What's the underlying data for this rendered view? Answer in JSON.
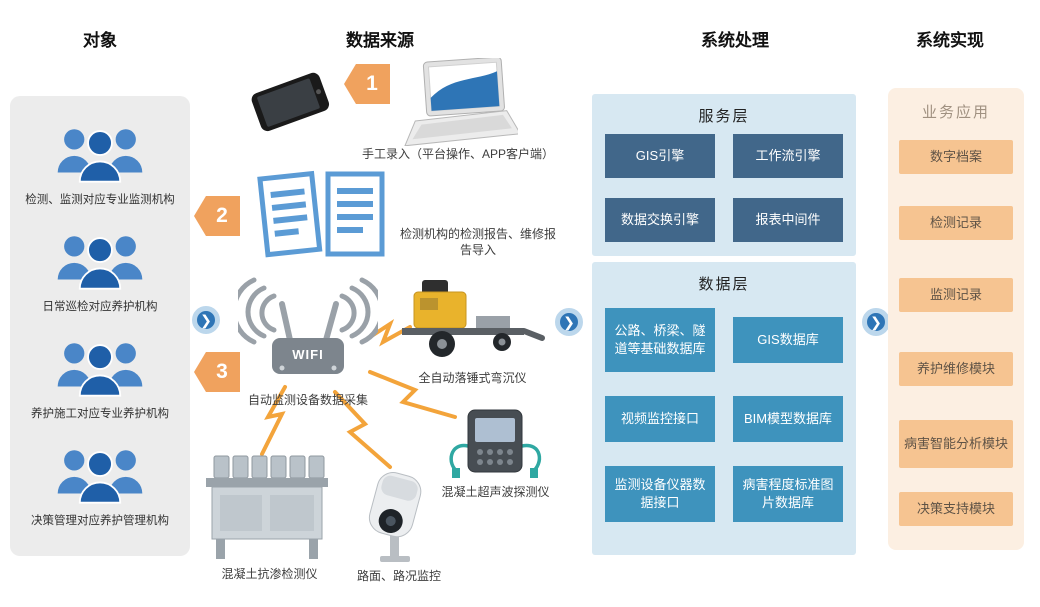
{
  "headers": {
    "objects": "对象",
    "data_sources": "数据来源",
    "processing": "系统处理",
    "implementation": "系统实现"
  },
  "objects_panel": {
    "groups": [
      "检测、监测对应专业监测机构",
      "日常巡检对应养护机构",
      "养护施工对应专业养护机构",
      "决策管理对应养护管理机构"
    ]
  },
  "data_sources": {
    "manual_entry": {
      "step": "1",
      "caption": "手工录入（平台操作、APP客户端）"
    },
    "report_import": {
      "step": "2",
      "caption": "检测机构的检测报告、维修报告导入"
    },
    "auto_collect": {
      "step": "3",
      "caption": "自动监测设备数据采集",
      "router_label": "WIFI"
    },
    "devices": {
      "deflectometer": "全自动落锤式弯沉仪",
      "ultrasonic": "混凝土超声波探测仪",
      "permeability": "混凝土抗渗检测仪",
      "road_monitor": "路面、路况监控"
    }
  },
  "processing": {
    "service_layer": {
      "title": "服务层",
      "items": [
        "GIS引擎",
        "工作流引擎",
        "数据交换引擎",
        "报表中间件"
      ]
    },
    "data_layer": {
      "title": "数据层",
      "items": [
        "公路、桥梁、隧道等基础数据库",
        "GIS数据库",
        "视频监控接口",
        "BIM模型数据库",
        "监测设备仪器数据接口",
        "病害程度标准图片数据库"
      ]
    }
  },
  "implementation": {
    "title": "业务应用",
    "items": [
      "数字档案",
      "检测记录",
      "监测记录",
      "养护维修模块",
      "病害智能分析模块",
      "决策支持模块"
    ]
  },
  "icons": {
    "flow_arrow": "❯"
  },
  "colors": {
    "service-button": "#41678a",
    "data-button": "#3e93bd",
    "panel-blue": "#d7e8f2",
    "impl-button": "#f6c491",
    "impl-panel": "#fcefe2",
    "badge-orange": "#f0a25e",
    "arrow-blue": "#2e75b6"
  }
}
